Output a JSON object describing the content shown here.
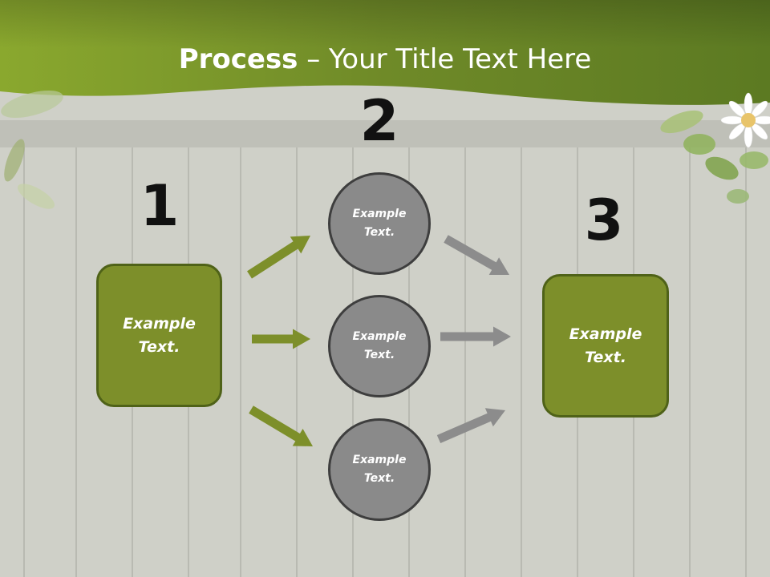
{
  "title": {
    "bold": "Process",
    "rest": " – Your Title Text Here"
  },
  "steps": {
    "one": "1",
    "two": "2",
    "three": "3"
  },
  "boxes": {
    "left": "Example Text.",
    "right": "Example Text."
  },
  "circles": {
    "top": "Example Text.",
    "middle": "Example Text.",
    "bottom": "Example Text."
  },
  "colors": {
    "header_green": "#7f9a28",
    "box_green": "#7d8f2a",
    "box_border": "#4f6218",
    "circle_gray": "#8a8a8a",
    "arrow_green": "#7d8f2a",
    "arrow_gray": "#8c8c8c",
    "wood": "#cfd0c8"
  }
}
